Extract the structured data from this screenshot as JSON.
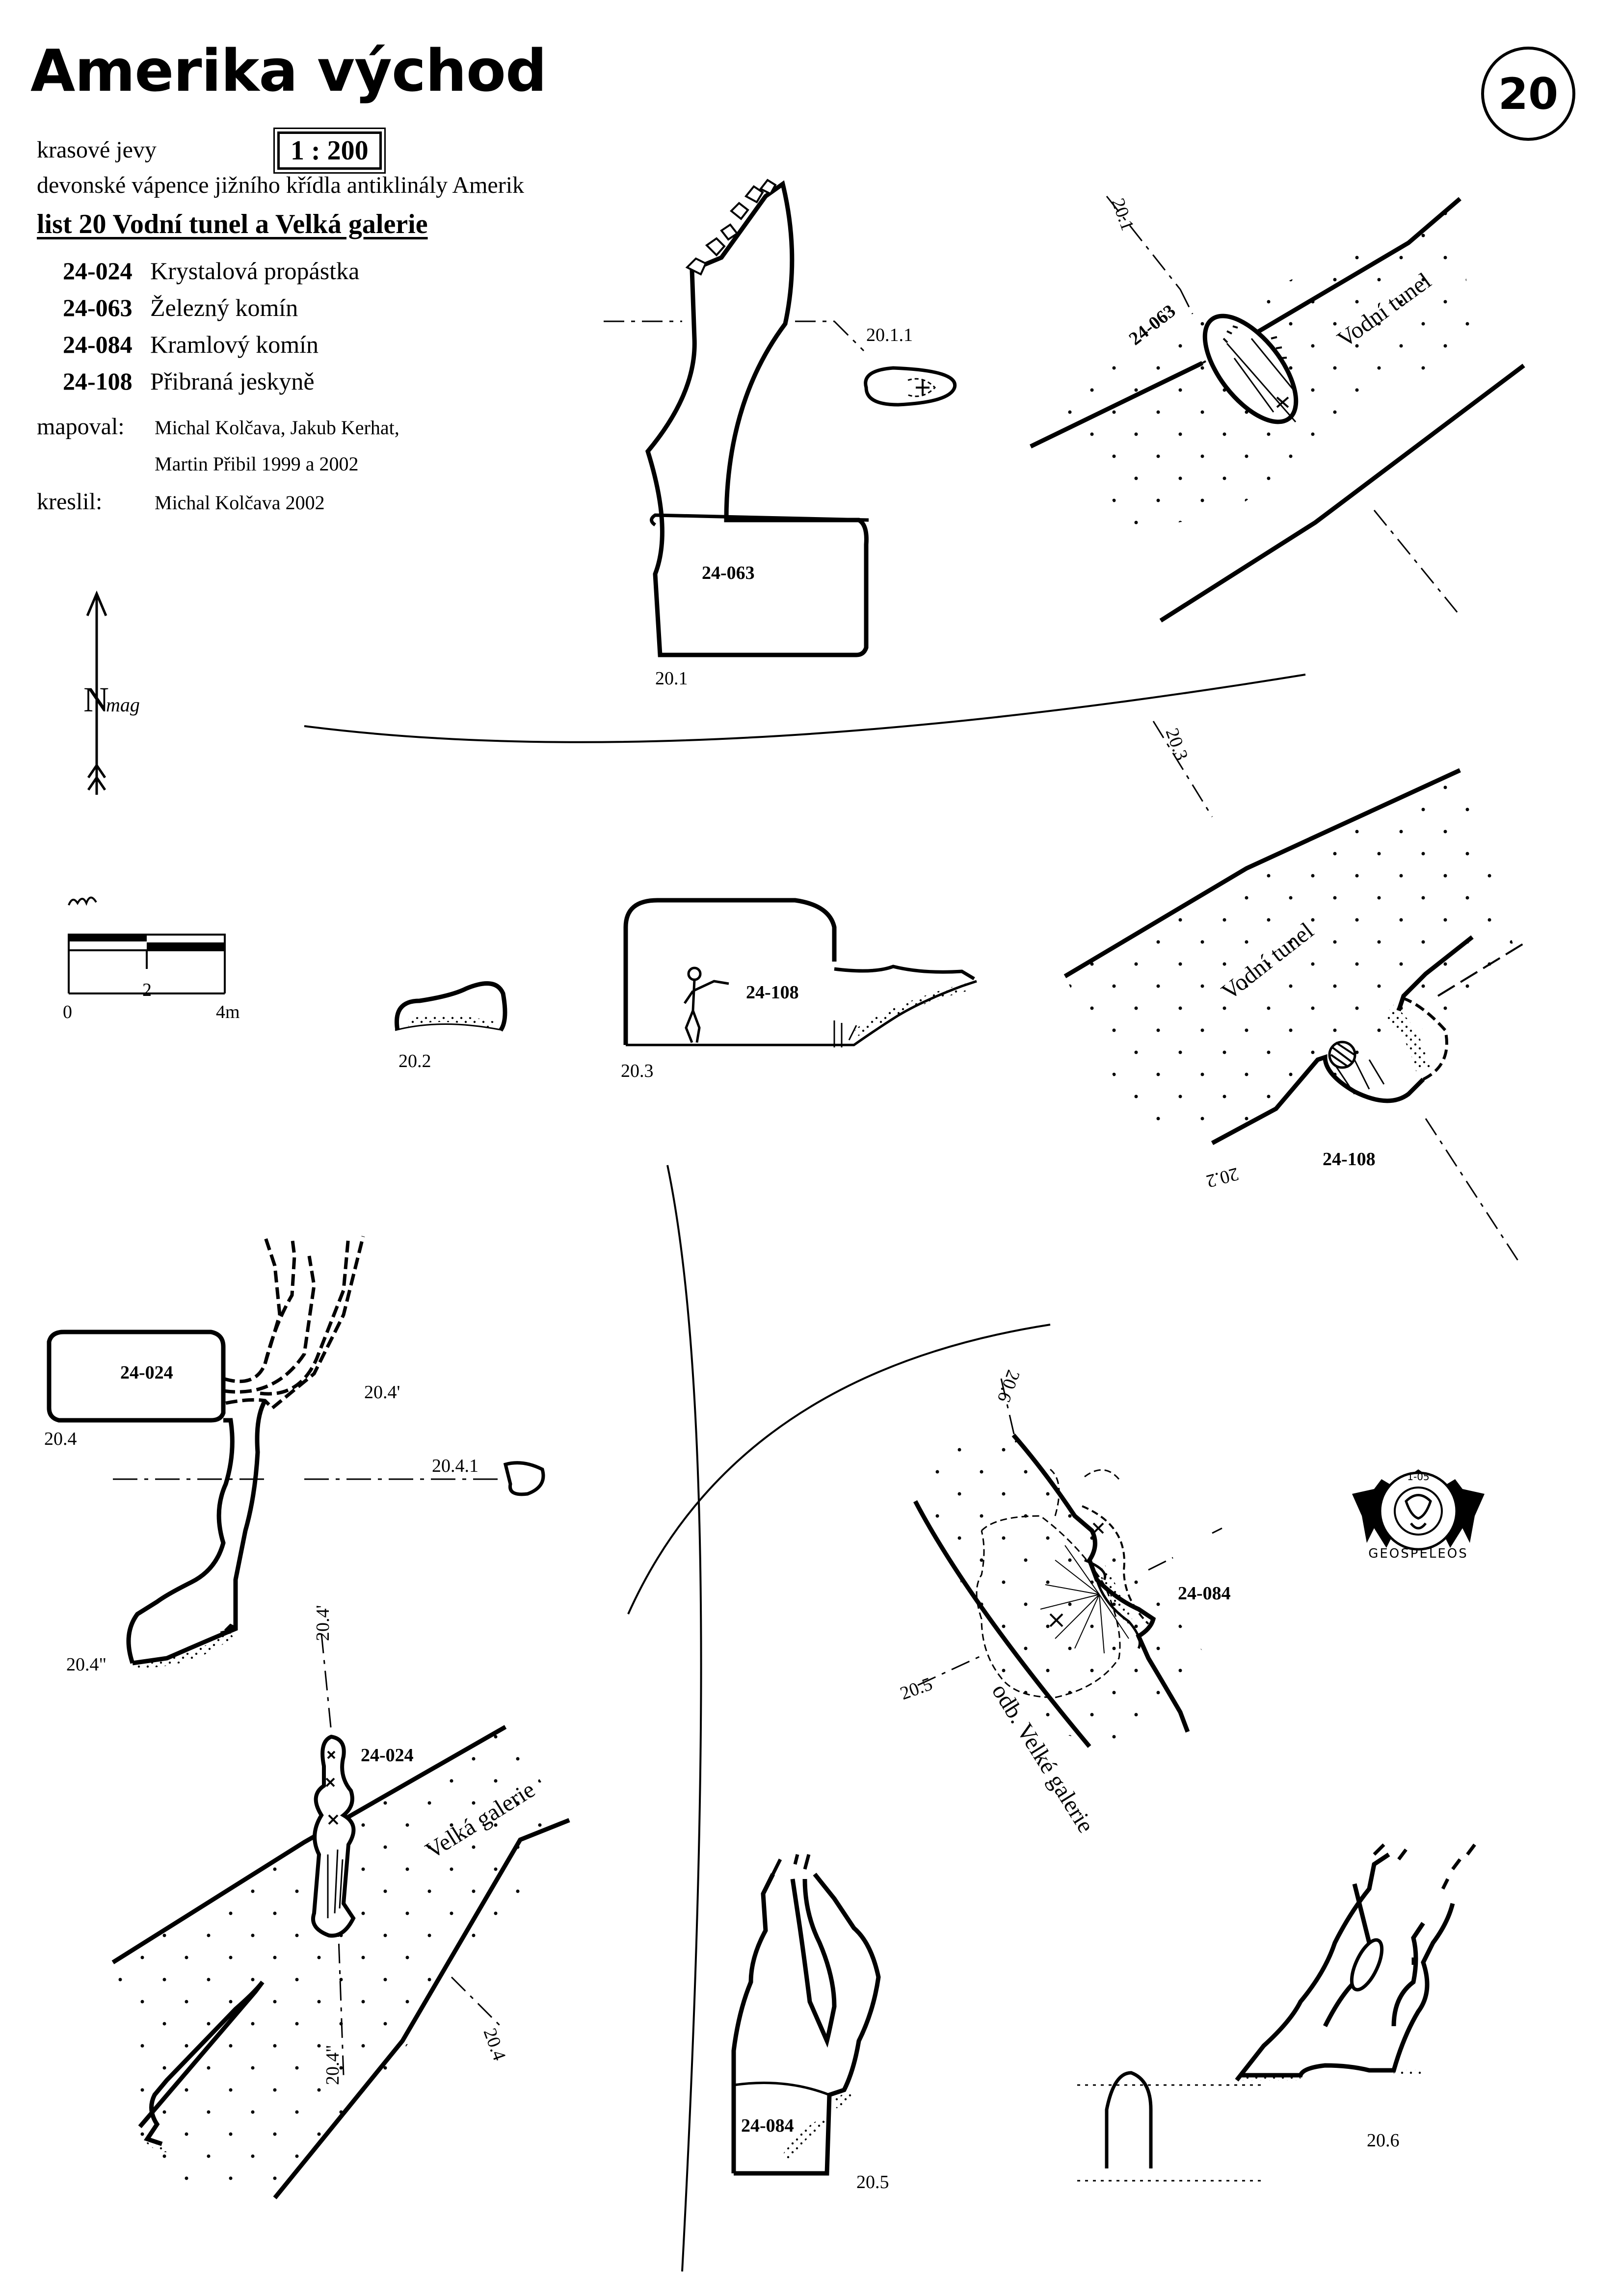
{
  "title": "Amerika východ",
  "sheet_number": "20",
  "header": {
    "line1": "krasové jevy",
    "scale": "1 : 200",
    "line2": "devonské vápence jižního křídla antiklinály Amerik",
    "sheet_title": "list 20  Vodní tunel a Velká galerie"
  },
  "caves": [
    {
      "code": "24-024",
      "name": "Krystalová propástka"
    },
    {
      "code": "24-063",
      "name": "Železný komín"
    },
    {
      "code": "24-084",
      "name": "Kramlový komín"
    },
    {
      "code": "24-108",
      "name": "Přibraná jeskyně"
    }
  ],
  "credits": {
    "mapped_label": "mapoval:",
    "mapped_by_1": "Michal Kolčava, Jakub Kerhat,",
    "mapped_by_2": "Martin Přibil 1999 a 2002",
    "drawn_label": "kreslil:",
    "drawn_by": "Michal Kolčava 2002"
  },
  "north_arrow": {
    "label": "N",
    "sub": "mag"
  },
  "scale_bar": {
    "ticks": [
      "0",
      "2",
      "4m"
    ]
  },
  "passage_names": {
    "vodni_tunel_1": "Vodní tunel",
    "vodni_tunel_2": "Vodní tunel",
    "velka_galerie": "Velká galerie",
    "odb_velke_galerie": "odb. Velké galerie"
  },
  "cave_labels": {
    "c063_profile": "24-063",
    "c063_plan": "24-063",
    "c108_profile": "24-108",
    "c108_plan": "24-108",
    "c024_profile": "24-024",
    "c024_plan": "24-024",
    "c084_plan": "24-084",
    "c084_profile": "24-084"
  },
  "section_labels": {
    "s20_1": "20.1",
    "s20_1_1": "20.1.1",
    "s20_1_plan": "20.1",
    "s20_2": "20.2",
    "s20_3": "20.3",
    "s20_3_plan": "20.3",
    "s20_2_plan": "20.2",
    "s20_4": "20.4",
    "s20_4p": "20.4'",
    "s20_4_1": "20.4.1",
    "s20_4pp": "20.4\"",
    "s20_4p_plan": "20.4'",
    "s20_4pp_plan": "20.4\"",
    "s20_4_plan": "20.4",
    "s20_6_plan": "20.6",
    "s20_5_plan": "20.5",
    "s20_5": "20.5",
    "s20_6": "20.6"
  },
  "logo_text": "GEOSPELEOS",
  "logo_code": "1-05"
}
